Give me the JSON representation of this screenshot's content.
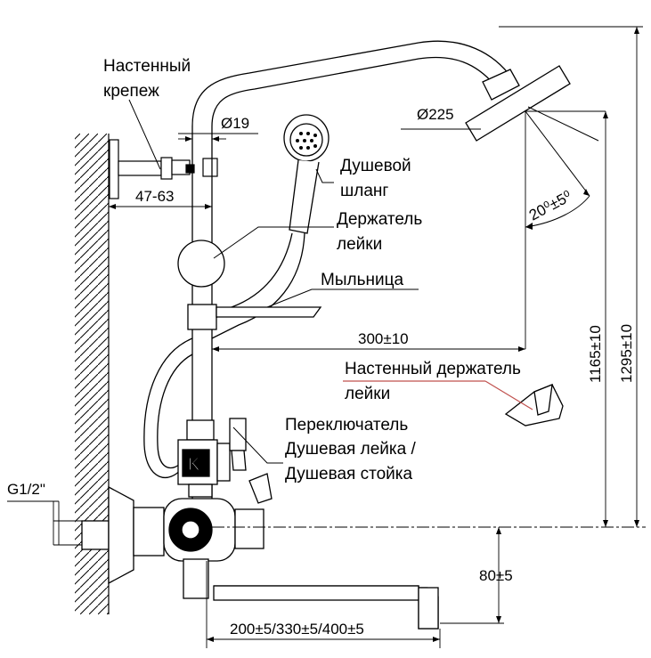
{
  "labels": {
    "wall_mount_l1": "Настенный",
    "wall_mount_l2": "крепеж",
    "shower_hose_l1": "Душевой",
    "shower_hose_l2": "шланг",
    "handset_holder_l1": "Держатель",
    "handset_holder_l2": "лейки",
    "soap_dish": "Мыльница",
    "wall_handset_holder_l1": "Настенный держатель",
    "wall_handset_holder_l2": "лейки",
    "switch_l1": "Переключатель",
    "switch_l2": "Душевая лейка /",
    "switch_l3": "Душевая стойка"
  },
  "dimensions": {
    "pipe_diameter": "Ø19",
    "head_diameter": "Ø225",
    "wall_offset": "47-63",
    "head_angle": "20⁰±5⁰",
    "reach": "300±10",
    "height_rail": "1165±10",
    "height_total": "1295±10",
    "thread": "G1/2\"",
    "spout_height": "80±5",
    "spout_length": "200±5/330±5/400±5"
  },
  "colors": {
    "line": "#000000",
    "accent_line": "#c0504d"
  }
}
